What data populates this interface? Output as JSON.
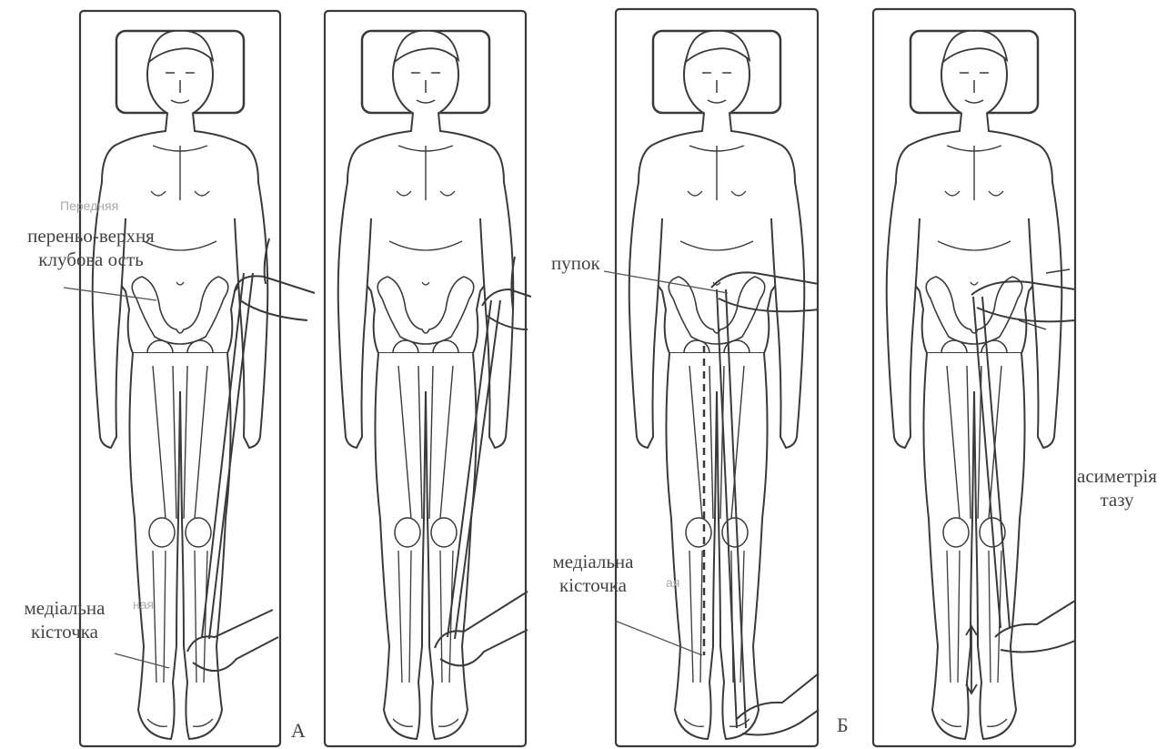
{
  "panels": [
    {
      "id": "A",
      "letter": "А"
    },
    {
      "id": "B",
      "letter": "Б"
    }
  ],
  "labels": {
    "asis": [
      "переньо-верхня",
      "клубова ость"
    ],
    "malleolus_a": [
      "медіальна",
      "кісточка"
    ],
    "navel": [
      "пупок"
    ],
    "malleolus_b": [
      "медіальна",
      "кісточка"
    ],
    "asymmetry": [
      "асиметрія",
      "тазу"
    ]
  },
  "ghost_text": {
    "a_top": "Передняя",
    "a_bottom": "ная",
    "b_side": "ая"
  },
  "colors": {
    "line": "#3a3a3a",
    "light": "#8a8a8a",
    "label": "#444444"
  }
}
